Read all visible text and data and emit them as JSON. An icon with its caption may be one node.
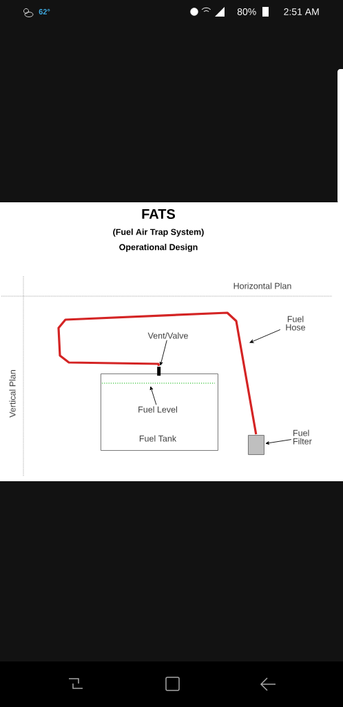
{
  "diagram": {
    "title": "FATS",
    "nodes": [
      {
        "text": [
          "Fuel Tank"
        ]
      },
      {
        "text": [
          "Fuel Level"
        ],
        "in": 0
      },
      {
        "text": [
          "Vent/Valve"
        ]
      },
      {
        "text": [],
        "shape": "box"
      },
      {
        "text": [
          "Fuel Hose"
        ]
      },
      {
        "text": [],
        "shape": "box"
      },
      {
        "text": [
          "Fuel Filter"
        ]
      }
    ],
    "edges": [
      {
        "from": 3,
        "to": 5,
        "arrow": "none",
        "style": "thick",
        "color": "#d42424"
      },
      {
        "from": 2,
        "to": 3,
        "arrow": "to"
      },
      {
        "from": 1,
        "to": null,
        "arrow": "to"
      },
      {
        "from": 4,
        "to": null,
        "arrow": "to"
      },
      {
        "from": 6,
        "to": 5,
        "arrow": "to"
      }
    ],
    "labels": [
      "62°",
      "80%",
      "2:51 AM",
      "(Fuel Air Trap System)",
      "Operational Design",
      "Horizontal Plan",
      "Vertical Plan"
    ]
  }
}
